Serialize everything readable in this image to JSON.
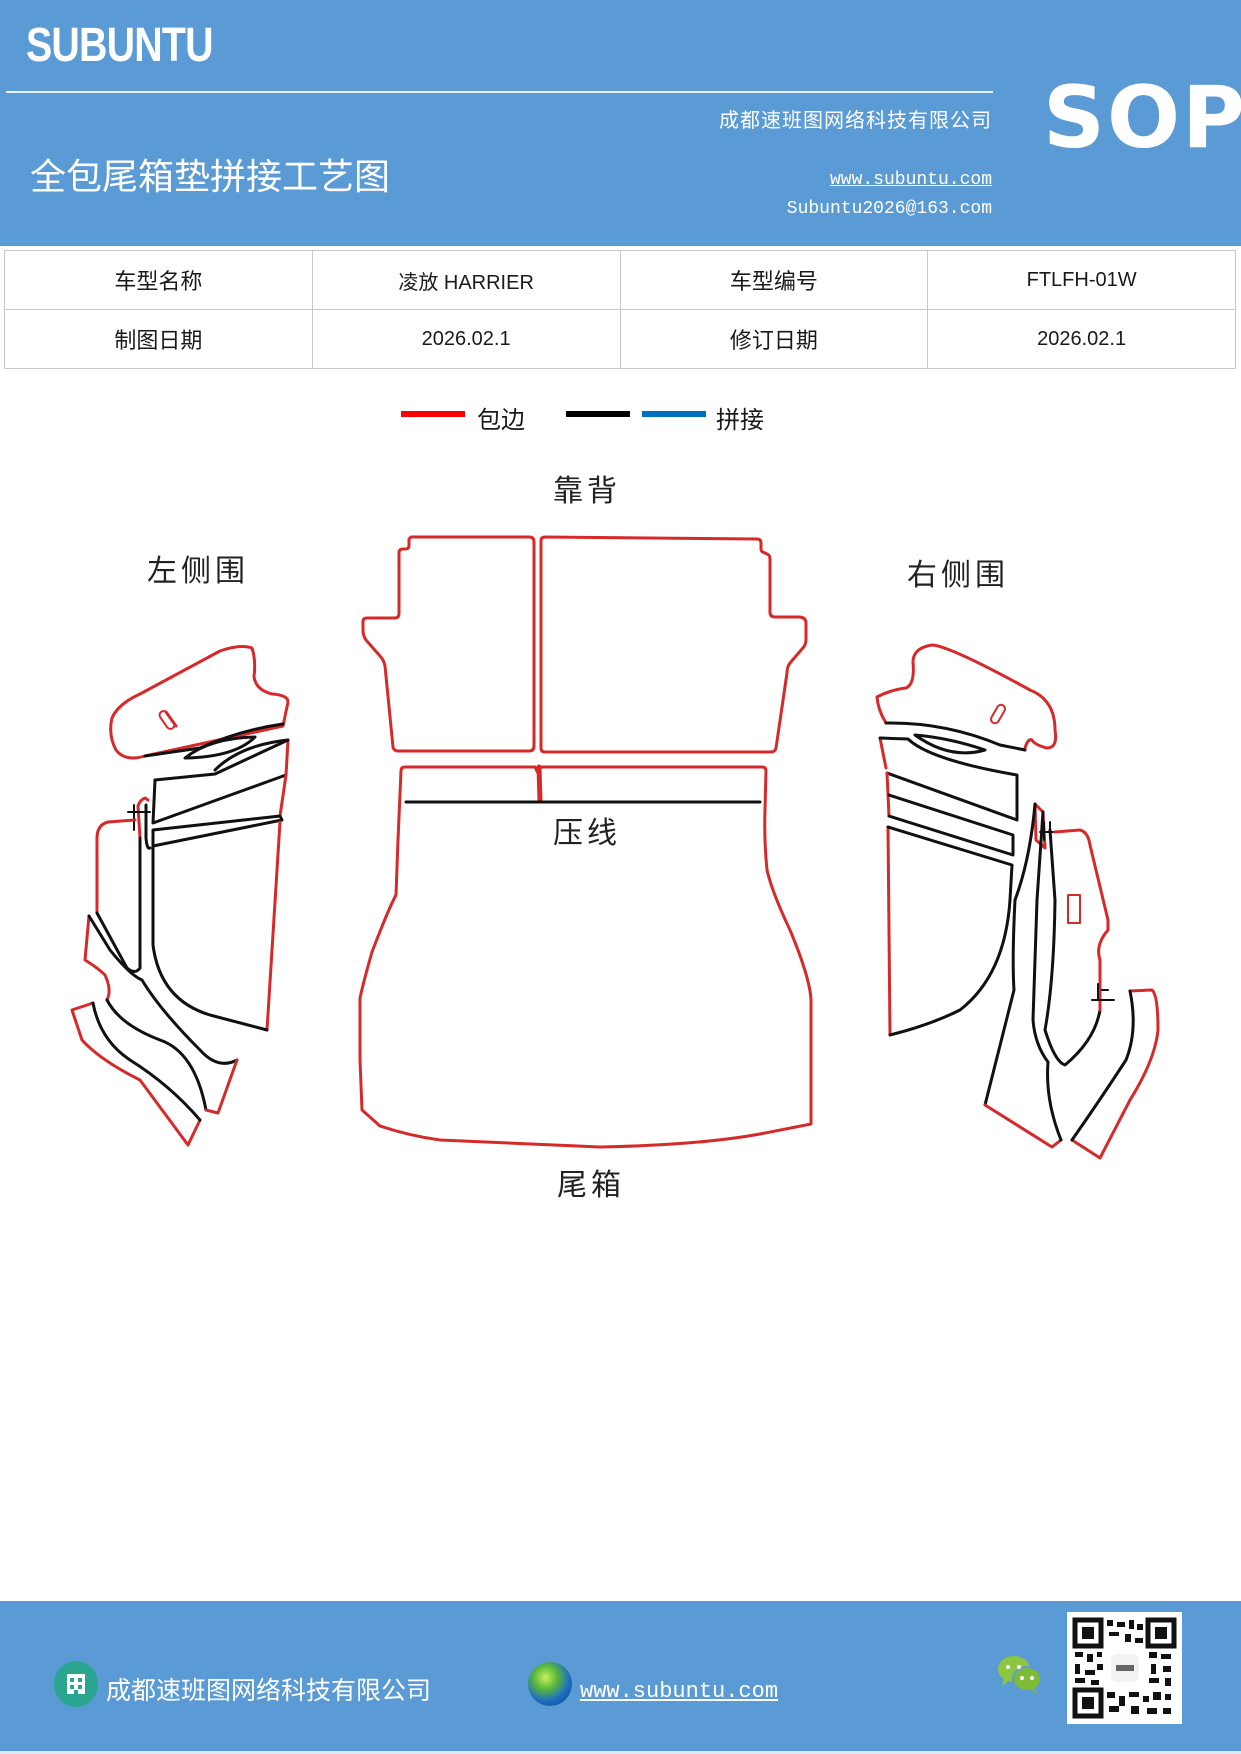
{
  "header": {
    "brand": "SUBUNTU",
    "title": "全包尾箱垫拼接工艺图",
    "company": "成都速班图网络科技有限公司",
    "website": "www.subuntu.com",
    "email": "Subuntu2026@163.com",
    "badge": "SOP",
    "background_color": "#5b9bd5"
  },
  "info_table": {
    "rows": [
      [
        {
          "label": "车型名称",
          "value": "凌放 HARRIER"
        },
        {
          "label": "车型编号",
          "value": "FTLFH-01W"
        }
      ],
      [
        {
          "label": "制图日期",
          "value": "2026.02.1"
        },
        {
          "label": "修订日期",
          "value": "2026.02.1"
        }
      ]
    ]
  },
  "legend": {
    "items": [
      {
        "label": "包边",
        "color": "#ff0000"
      },
      {
        "label": "",
        "color": "#000000"
      },
      {
        "label": "拼接",
        "color": "#0070c0"
      }
    ]
  },
  "diagram": {
    "labels": {
      "backrest": "靠背",
      "left_side": "左侧围",
      "right_side": "右侧围",
      "press_line": "压线",
      "trunk": "尾箱"
    },
    "stop_marks": [
      "止",
      "止",
      "止"
    ],
    "colors": {
      "edge": "#d62a2a",
      "seam": "#111111"
    }
  },
  "footer": {
    "company": "成都速班图网络科技有限公司",
    "website": "www.subuntu.com",
    "icons": [
      "building-icon",
      "globe-icon",
      "wechat-icon",
      "qr-code"
    ]
  }
}
